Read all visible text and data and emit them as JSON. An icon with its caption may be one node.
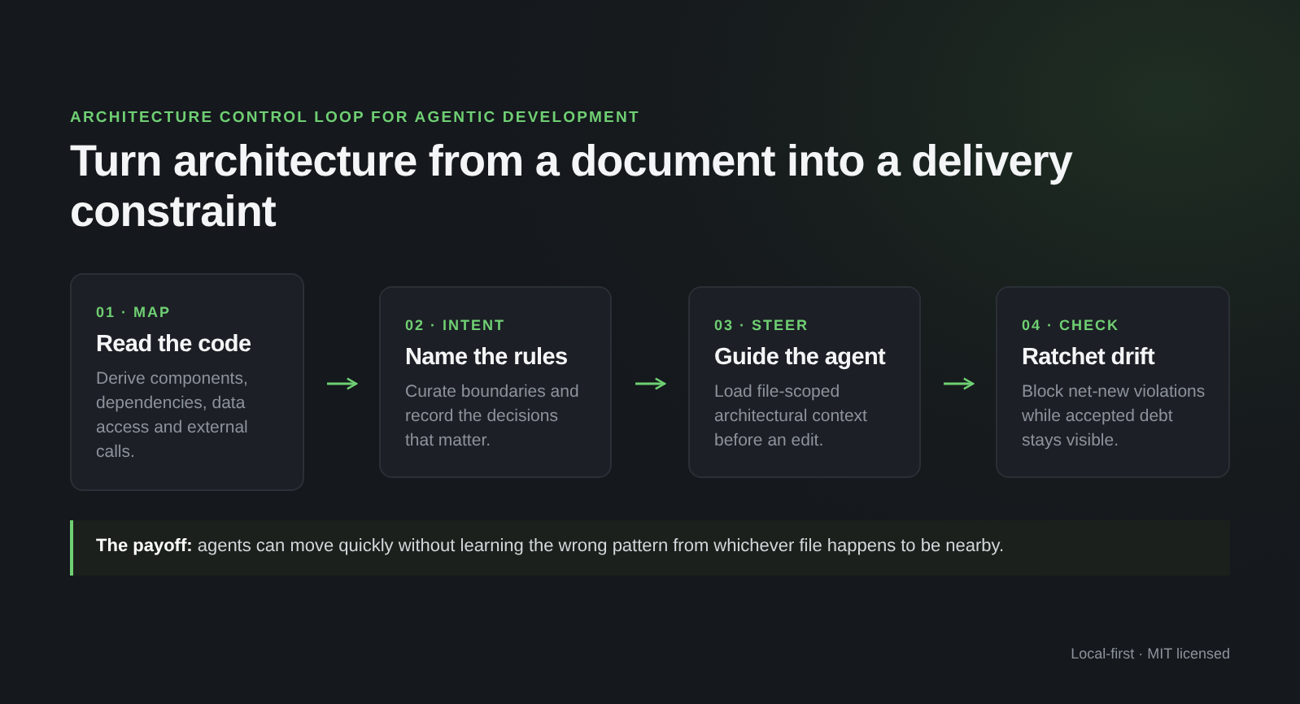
{
  "diagram": {
    "title": "Turn architecture from a document into a delivery constraint",
    "nodes": [
      {
        "text": [
          "01 · MAP",
          "Read the code",
          "Derive components, dependencies, data access and external calls."
        ]
      },
      {
        "text": [
          "02 · INTENT",
          "Name the rules",
          "Curate boundaries and record the decisions that matter."
        ]
      },
      {
        "text": [
          "03 · STEER",
          "Guide the agent",
          "Load file-scoped architectural context before an edit."
        ]
      },
      {
        "text": [
          "04 · CHECK",
          "Ratchet drift",
          "Block net-new violations while accepted debt stays visible."
        ]
      },
      {
        "text": [
          "**The payoff:** agents can move quickly without learning the wrong pattern from whichever file happens to be nearby."
        ]
      }
    ],
    "edges": [
      {
        "from": 0,
        "to": 1,
        "arrow": "to"
      },
      {
        "from": 1,
        "to": 2,
        "arrow": "to"
      },
      {
        "from": 2,
        "to": 3,
        "arrow": "to"
      }
    ],
    "labels": [
      "ARCHITECTURE CONTROL LOOP FOR AGENTIC DEVELOPMENT",
      "Local-first · MIT licensed"
    ]
  }
}
